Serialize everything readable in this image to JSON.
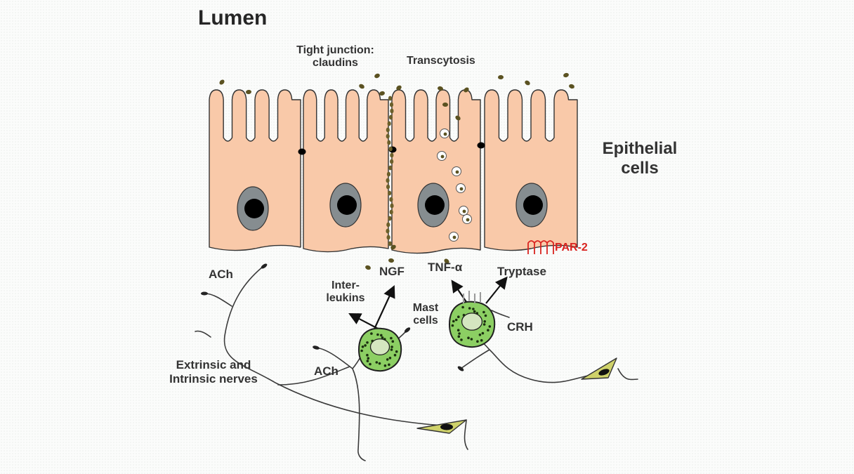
{
  "labels": {
    "lumen": "Lumen",
    "tight_junction_line1": "Tight junction:",
    "tight_junction_line2": "claudins",
    "transcytosis": "Transcytosis",
    "epithelial_line1": "Epithelial",
    "epithelial_line2": "cells",
    "par2": "PAR-2",
    "ach_upper": "ACh",
    "ngf": "NGF",
    "tnf": "TNF-α",
    "tryptase": "Tryptase",
    "interleukins_line1": "Inter-",
    "interleukins_line2": "leukins",
    "mast_line1": "Mast",
    "mast_line2": "cells",
    "crh": "CRH",
    "nerves_line1": "Extrinsic and",
    "nerves_line2": "Intrinsic nerves",
    "ach_lower": "ACh"
  },
  "colors": {
    "epithelium": "#f9c9a9",
    "nucleus_outer": "#868d90",
    "nucleus_core": "#000000",
    "mast_cell": "#8ccf63",
    "mast_nucleus": "#d4e6c0",
    "ganglion": "#cfd26a",
    "par2": "#d9231f",
    "outline": "#333333"
  }
}
